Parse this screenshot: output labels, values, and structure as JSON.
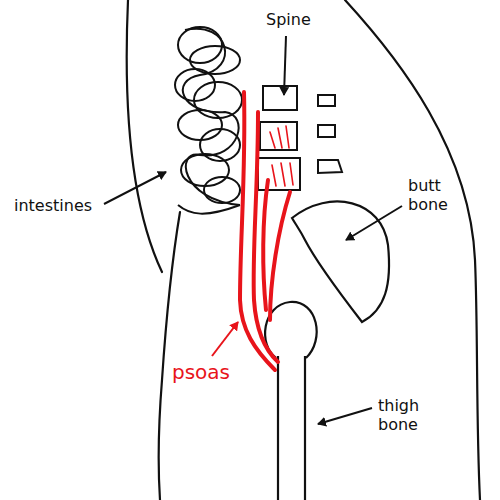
{
  "diagram": {
    "labels": [
      "Spine",
      "intestines",
      "butt bone",
      "psoas",
      "thigh bone"
    ]
  }
}
